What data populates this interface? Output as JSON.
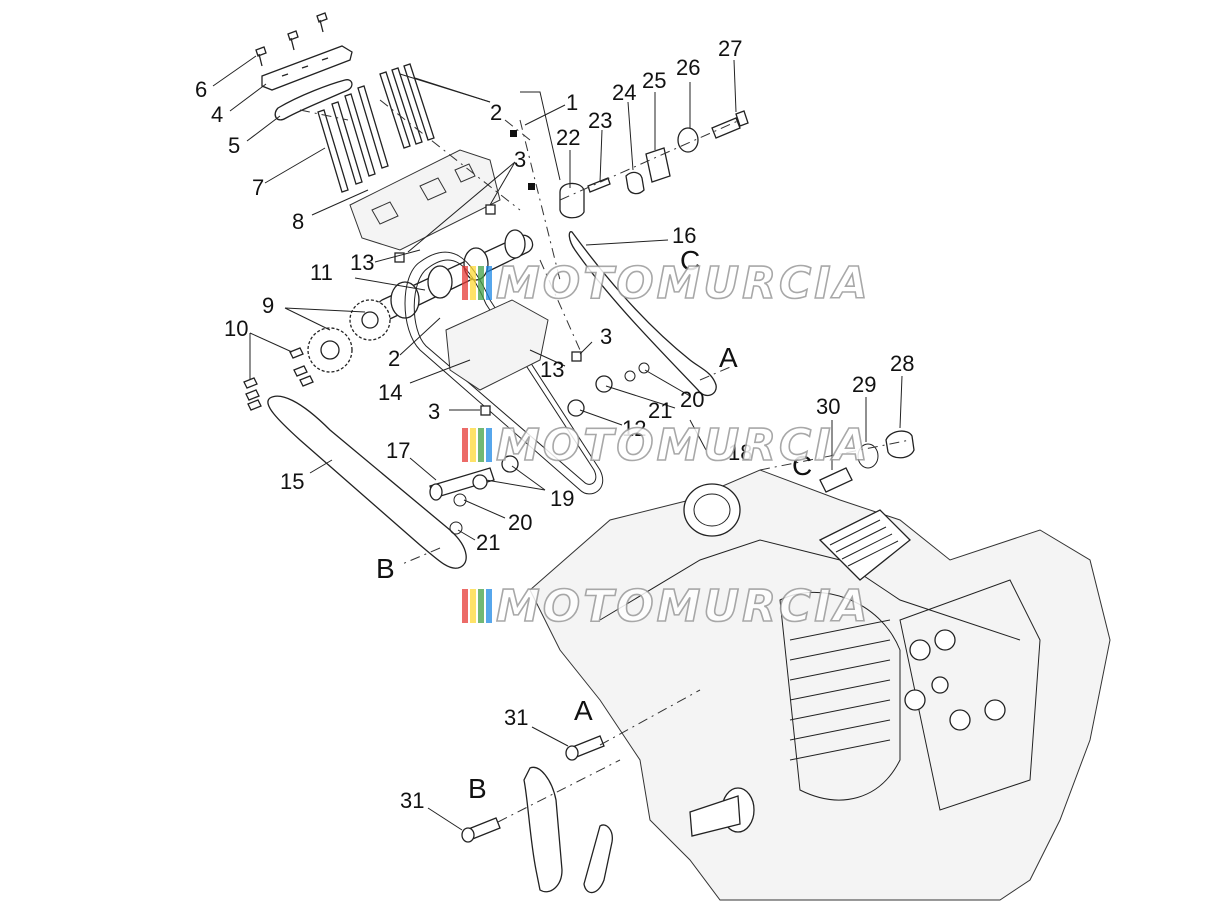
{
  "diagram": {
    "part_numbers": [
      "1",
      "2",
      "3",
      "4",
      "5",
      "6",
      "7",
      "8",
      "9",
      "10",
      "11",
      "12",
      "13",
      "14",
      "15",
      "16",
      "17",
      "18",
      "19",
      "20",
      "21",
      "22",
      "23",
      "24",
      "25",
      "26",
      "27",
      "28",
      "29",
      "30",
      "31"
    ],
    "callouts": [
      {
        "id": "c6",
        "text": "6"
      },
      {
        "id": "c4",
        "text": "4"
      },
      {
        "id": "c5",
        "text": "5"
      },
      {
        "id": "c7",
        "text": "7"
      },
      {
        "id": "c8",
        "text": "8"
      },
      {
        "id": "c2a",
        "text": "2"
      },
      {
        "id": "c1",
        "text": "1"
      },
      {
        "id": "c3a",
        "text": "3"
      },
      {
        "id": "c22",
        "text": "22"
      },
      {
        "id": "c23",
        "text": "23"
      },
      {
        "id": "c24",
        "text": "24"
      },
      {
        "id": "c25",
        "text": "25"
      },
      {
        "id": "c26",
        "text": "26"
      },
      {
        "id": "c27",
        "text": "27"
      },
      {
        "id": "c16",
        "text": "16"
      },
      {
        "id": "c13a",
        "text": "13"
      },
      {
        "id": "c11",
        "text": "11"
      },
      {
        "id": "c9",
        "text": "9"
      },
      {
        "id": "c10",
        "text": "10"
      },
      {
        "id": "c2b",
        "text": "2"
      },
      {
        "id": "c14",
        "text": "14"
      },
      {
        "id": "c3b",
        "text": "3"
      },
      {
        "id": "c13b",
        "text": "13"
      },
      {
        "id": "c3c",
        "text": "3"
      },
      {
        "id": "c20a",
        "text": "20"
      },
      {
        "id": "c21a",
        "text": "21"
      },
      {
        "id": "c12",
        "text": "12"
      },
      {
        "id": "c18",
        "text": "18"
      },
      {
        "id": "c17",
        "text": "17"
      },
      {
        "id": "c15",
        "text": "15"
      },
      {
        "id": "c19",
        "text": "19"
      },
      {
        "id": "c20b",
        "text": "20"
      },
      {
        "id": "c21b",
        "text": "21"
      },
      {
        "id": "c30",
        "text": "30"
      },
      {
        "id": "c29",
        "text": "29"
      },
      {
        "id": "c28",
        "text": "28"
      },
      {
        "id": "c31a",
        "text": "31"
      },
      {
        "id": "c31b",
        "text": "31"
      }
    ],
    "reference_letters": [
      {
        "id": "lA1",
        "text": "A"
      },
      {
        "id": "lB1",
        "text": "B"
      },
      {
        "id": "lC1",
        "text": "C"
      },
      {
        "id": "lC2",
        "text": "C"
      },
      {
        "id": "lA2",
        "text": "A"
      },
      {
        "id": "lB2",
        "text": "B"
      }
    ],
    "watermark": "MOTOMURCIA",
    "watermark_colors": [
      "#e53935",
      "#fdd835",
      "#43a047",
      "#1e88e5"
    ]
  }
}
